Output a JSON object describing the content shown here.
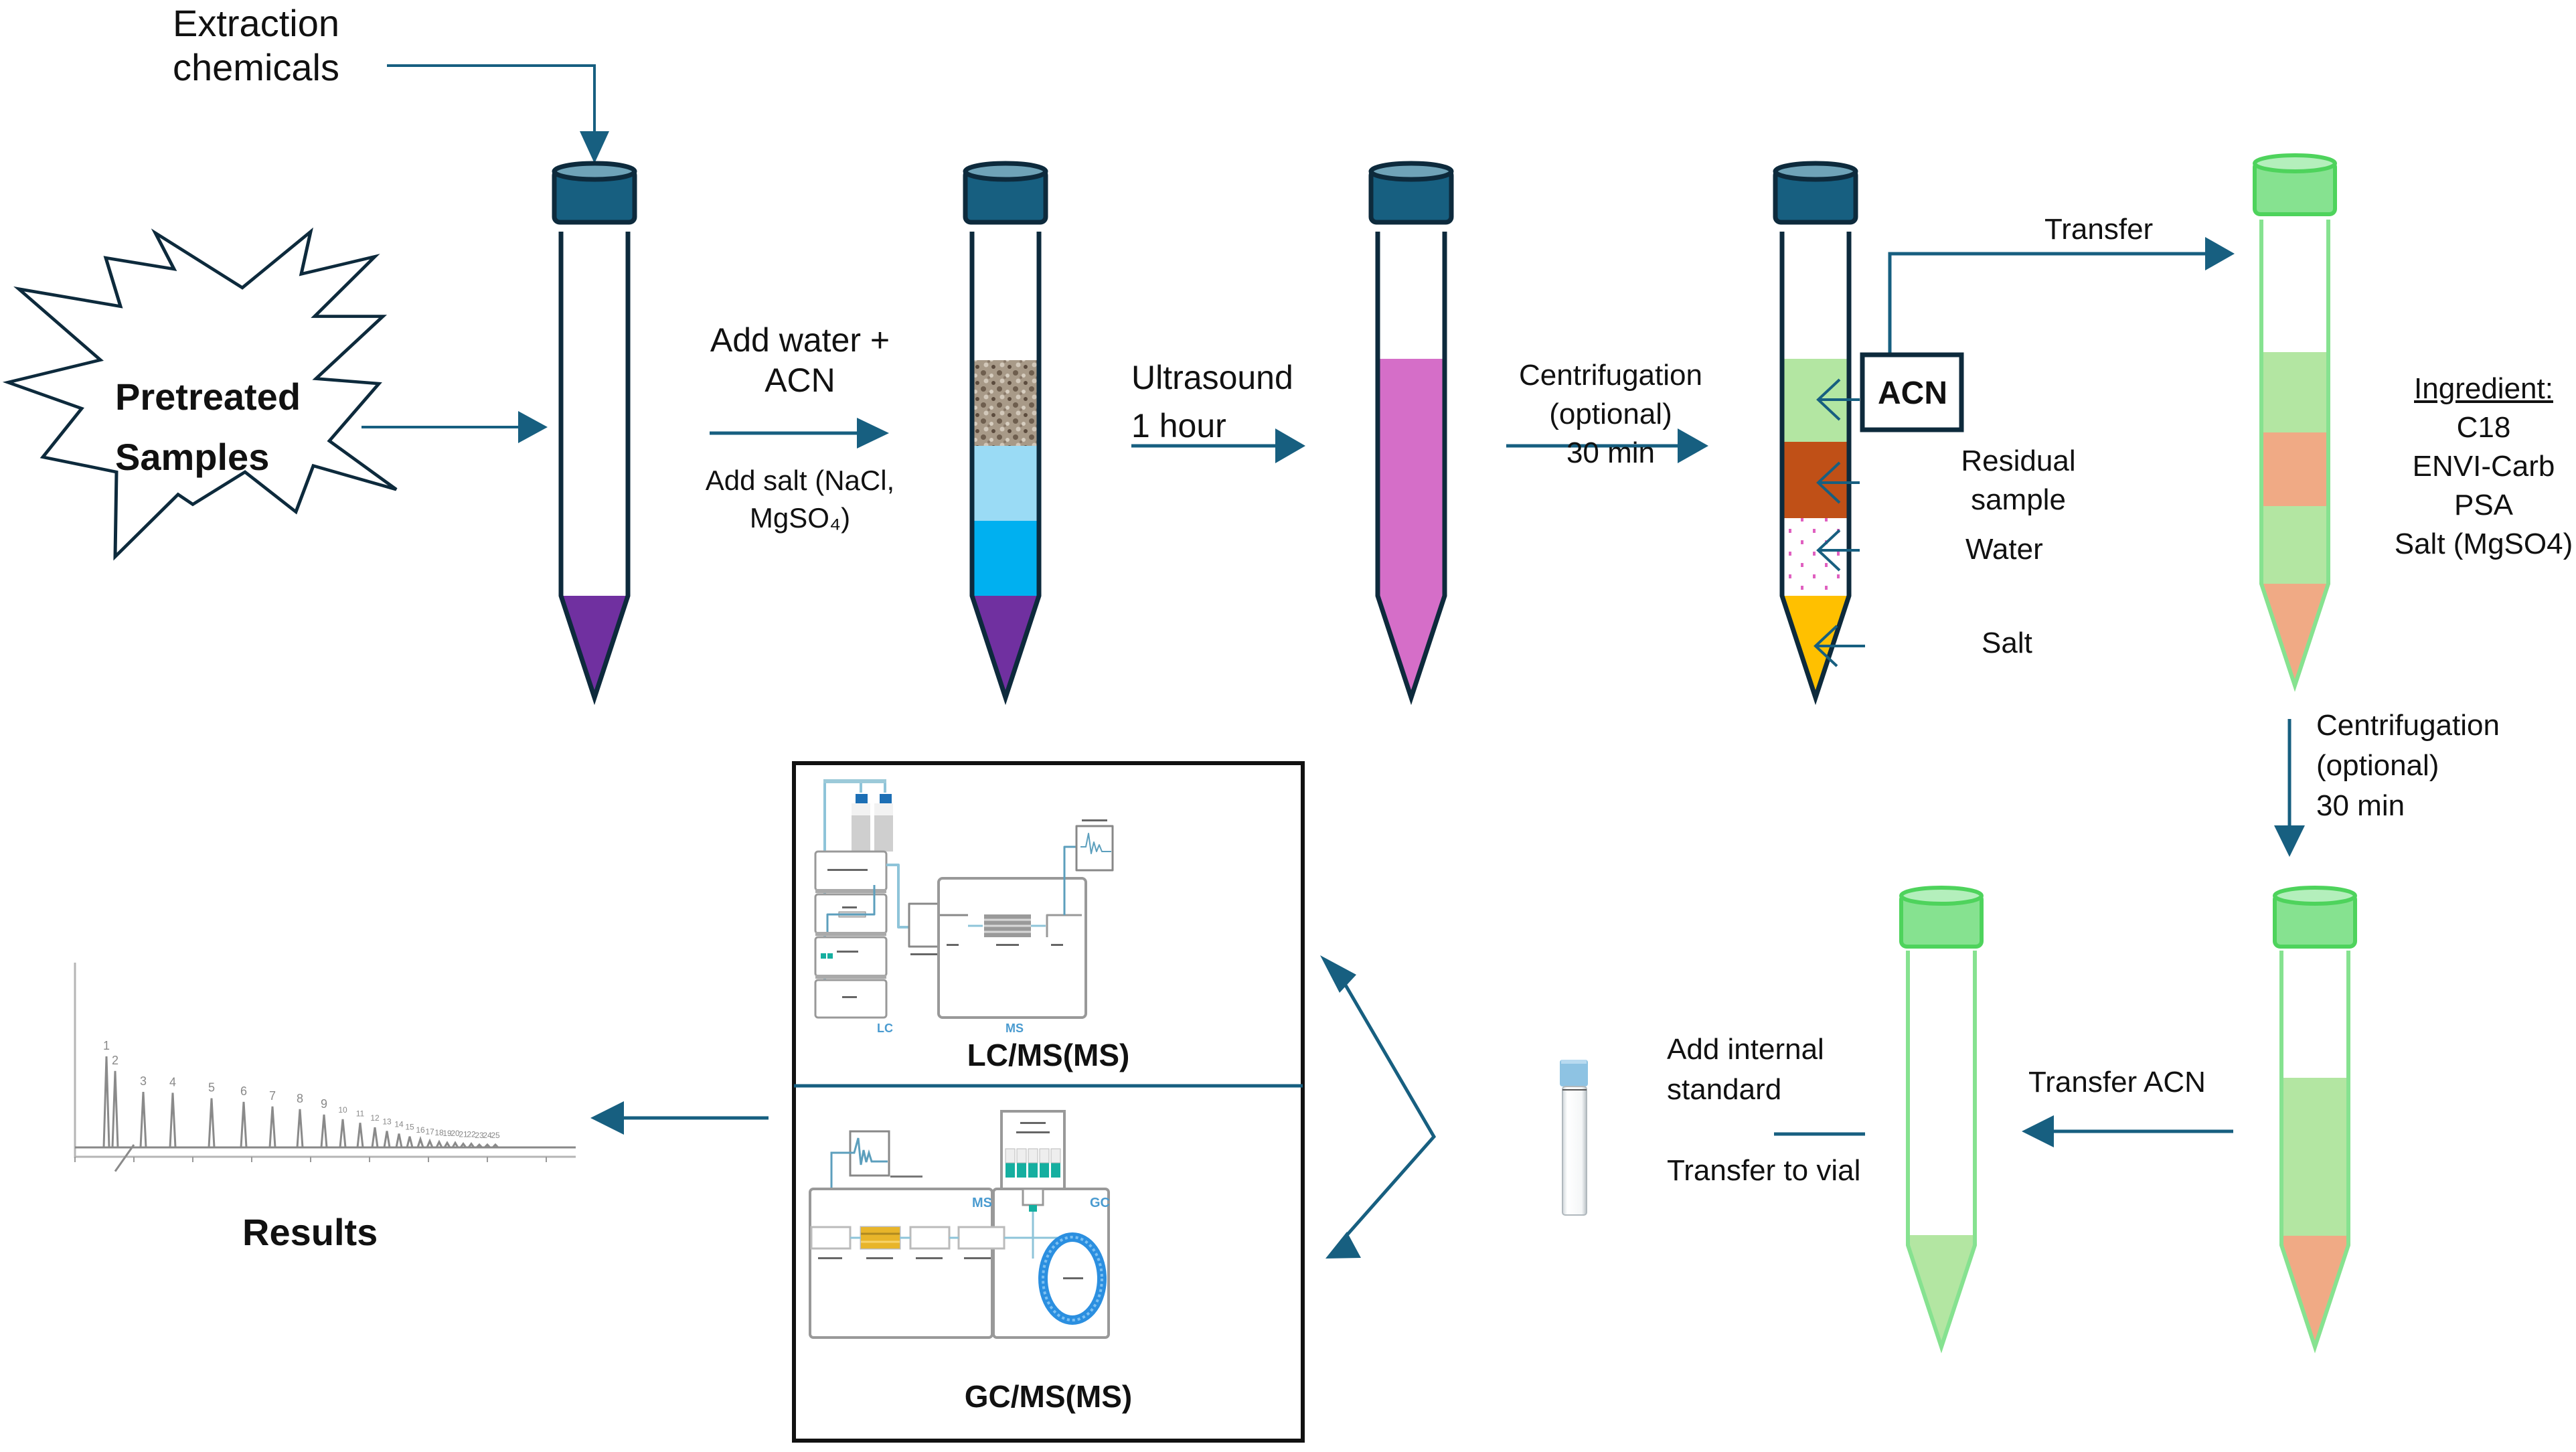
{
  "title": "QuEChERS sample preparation workflow for LC/MS(MS) and GC/MS(MS) analysis",
  "colors": {
    "arrow": "#175F80",
    "tube_outline_dark": "#0D2A3C",
    "cap_dark": "#175F80",
    "cap_dark_top": "#6FA3B8",
    "cap_green": "#86E290",
    "cap_green_top": "#B4EFBC",
    "tube_outline_green": "#86E290",
    "purple": "#7030A0",
    "light_blue": "#9ADBF5",
    "cyan": "#00B0F0",
    "magenta": "#D56EC8",
    "acn_green": "#B3E6A2",
    "residual_brown": "#C05017",
    "salt_yellow": "#FFC000",
    "water_dots": "#E060C0",
    "peach": "#F0AA85"
  },
  "inputs": {
    "extraction_chemicals": [
      "Extraction",
      "chemicals"
    ],
    "pretreated_samples": [
      "Pretreated",
      "Samples"
    ]
  },
  "steps": {
    "step1": {
      "top": [
        "Add water +",
        "ACN"
      ],
      "bottom": [
        "Add salt (NaCl,",
        "MgSO₄)"
      ]
    },
    "step2": {
      "lines": [
        "Ultrasound",
        "1 hour"
      ]
    },
    "step3": {
      "lines": [
        "Centrifugation",
        "(optional)",
        "30 min"
      ]
    },
    "transfer": "Transfer",
    "step4": {
      "lines": [
        "Centrifugation",
        "(optional)",
        "30 min"
      ]
    },
    "transfer_acn": "Transfer ACN",
    "vial_step": {
      "top": [
        "Add internal",
        "standard"
      ],
      "bottom": "Transfer to vial"
    }
  },
  "layers_labels": {
    "acn": "ACN",
    "residual": [
      "Residual",
      "sample"
    ],
    "water": "Water",
    "salt": "Salt"
  },
  "ingredients": {
    "heading": "Ingredient:",
    "items": [
      "C18",
      "ENVI-Carb",
      "PSA",
      "Salt (MgSO4)"
    ]
  },
  "instruments": {
    "lc": {
      "title": "LC/MS(MS)",
      "section_lc": "LC",
      "section_ms": "MS"
    },
    "gc": {
      "title": "GC/MS(MS)",
      "section_ms": "MS",
      "section_gc": "GC"
    }
  },
  "results": {
    "label": "Results",
    "peak_labels": [
      "1",
      "2",
      "3",
      "4",
      "5",
      "6",
      "7",
      "8",
      "9",
      "10",
      "11",
      "12",
      "13",
      "14",
      "15",
      "16",
      "17",
      "18",
      "19",
      "20",
      "21",
      "22",
      "23",
      "24",
      "25"
    ]
  }
}
